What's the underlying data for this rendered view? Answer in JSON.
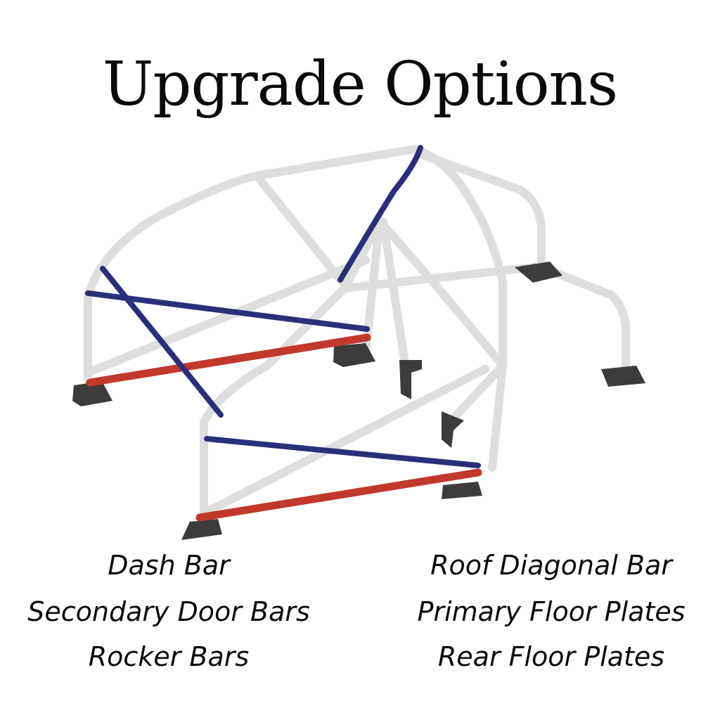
{
  "title": "Upgrade Options",
  "options_left": [
    "Dash Bar",
    "Secondary Door Bars",
    "Rocker Bars"
  ],
  "options_right": [
    "Roof Diagonal Bar",
    "Primary Floor Plates",
    "Rear Floor Plates"
  ],
  "colors": {
    "frame": "#d6d6d6",
    "diagonal_bars": "#2a2f7a",
    "rocker_bars": "#c0392b",
    "plates": "#3c3c3c"
  }
}
